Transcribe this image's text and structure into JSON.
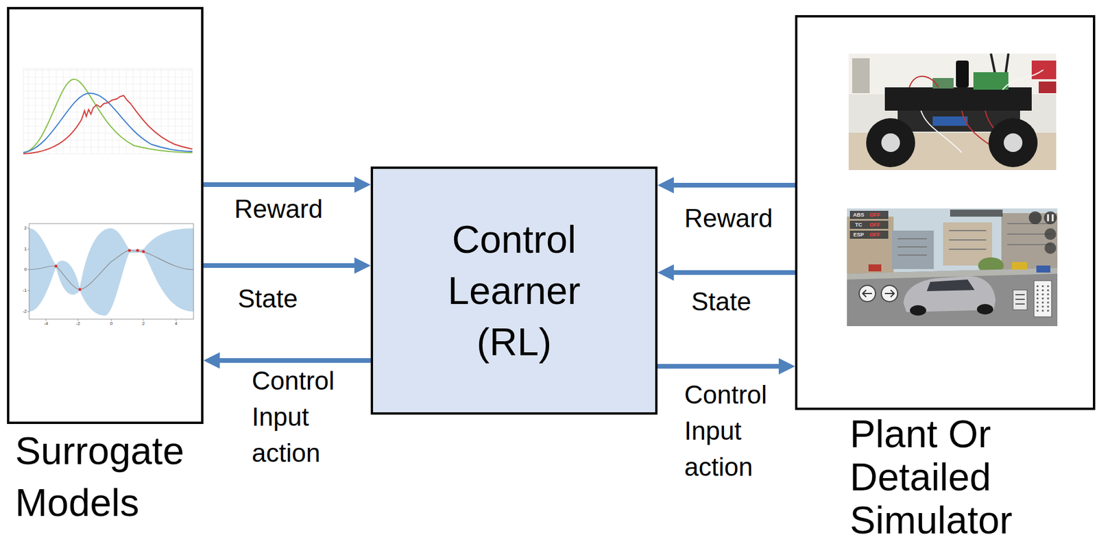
{
  "diagram": {
    "nodes": [
      {
        "text": [
          "Surrogate Models"
        ]
      },
      {
        "text": [
          "Control Learner (RL)"
        ]
      },
      {
        "text": [
          "Plant Or Detailed Simulator"
        ]
      }
    ],
    "edges": [
      {
        "from": 0,
        "to": 1,
        "label": "Reward",
        "arrow": "to"
      },
      {
        "from": 0,
        "to": 1,
        "label": "State",
        "arrow": "to"
      },
      {
        "from": 1,
        "to": 0,
        "label": "Control Input action",
        "arrow": "to"
      },
      {
        "from": 2,
        "to": 1,
        "label": "Reward",
        "arrow": "to"
      },
      {
        "from": 2,
        "to": 1,
        "label": "State",
        "arrow": "to"
      },
      {
        "from": 1,
        "to": 2,
        "label": "Control Input action",
        "arrow": "to"
      }
    ],
    "labels": [
      "2",
      "1",
      "0",
      "-1",
      "-2",
      "-4",
      "-2",
      "0",
      "2",
      "4",
      "ABS",
      "OFF",
      "TC",
      "OFF",
      "ESP",
      "OFF"
    ]
  }
}
